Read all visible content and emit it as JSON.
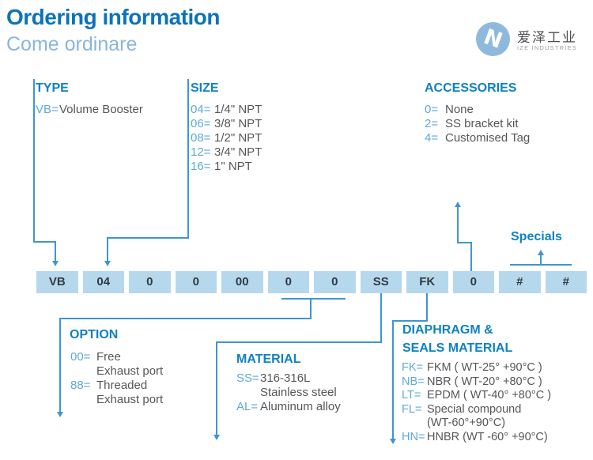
{
  "header": {
    "title": "Ordering information",
    "subtitle": "Come ordinare",
    "logo": {
      "cn": "爱泽工业",
      "en": "IZE INDUSTRIES"
    }
  },
  "sections": {
    "type": {
      "title": "TYPE",
      "items": [
        {
          "code": "VB=",
          "text": "Volume Booster"
        }
      ]
    },
    "size": {
      "title": "SIZE",
      "items": [
        {
          "code": "04=",
          "text": "1/4\" NPT"
        },
        {
          "code": "06=",
          "text": "3/8\" NPT"
        },
        {
          "code": "08=",
          "text": "1/2\" NPT"
        },
        {
          "code": "12=",
          "text": "3/4\" NPT"
        },
        {
          "code": "16=",
          "text": "1\" NPT"
        }
      ]
    },
    "accessories": {
      "title": "ACCESSORIES",
      "items": [
        {
          "code": "0=",
          "text": "None"
        },
        {
          "code": "2=",
          "text": "SS bracket kit"
        },
        {
          "code": "4=",
          "text": "Customised Tag"
        }
      ]
    },
    "specials": {
      "title": "Specials"
    },
    "option": {
      "title": "OPTION",
      "items": [
        {
          "code": "00=",
          "text": "Free"
        },
        {
          "code": "",
          "text": "Exhaust port"
        },
        {
          "code": "88=",
          "text": "Threaded"
        },
        {
          "code": "",
          "text": "Exhaust port"
        }
      ]
    },
    "material": {
      "title": "MATERIAL",
      "items": [
        {
          "code": "SS=",
          "text": "316-316L"
        },
        {
          "code": "",
          "text": "Stainless steel"
        },
        {
          "code": "AL=",
          "text": "Aluminum alloy"
        }
      ]
    },
    "diaphragm": {
      "title_line1": "DIAPHRAGM &",
      "title_line2": "SEALS MATERIAL",
      "items": [
        {
          "code": "FK=",
          "text": "FKM ( WT-25° +90°C )"
        },
        {
          "code": "NB=",
          "text": "NBR ( WT-20° +80°C )"
        },
        {
          "code": "LT=",
          "text": "EPDM ( WT-40° +80°C )"
        },
        {
          "code": "FL=",
          "text": "Special compound"
        },
        {
          "code": "",
          "text": "(WT-60°+90°C)"
        },
        {
          "code": "HN=",
          "text": "HNBR (WT -60° +90°C)"
        }
      ]
    }
  },
  "code_boxes": [
    "VB",
    "04",
    "0",
    "0",
    "00",
    "0",
    "0",
    "SS",
    "FK",
    "0",
    "#",
    "#"
  ],
  "colors": {
    "title_blue": "#0d73b9",
    "subtitle_blue": "#8ab5dd",
    "header_blue": "#1081c3",
    "code_blue": "#5fa8d8",
    "text_gray": "#55565a",
    "line_blue": "#3e96d1",
    "box_fill": "#b6d8ec",
    "box_text": "#2f3b44",
    "logo_blue": "#8fb9dc"
  }
}
